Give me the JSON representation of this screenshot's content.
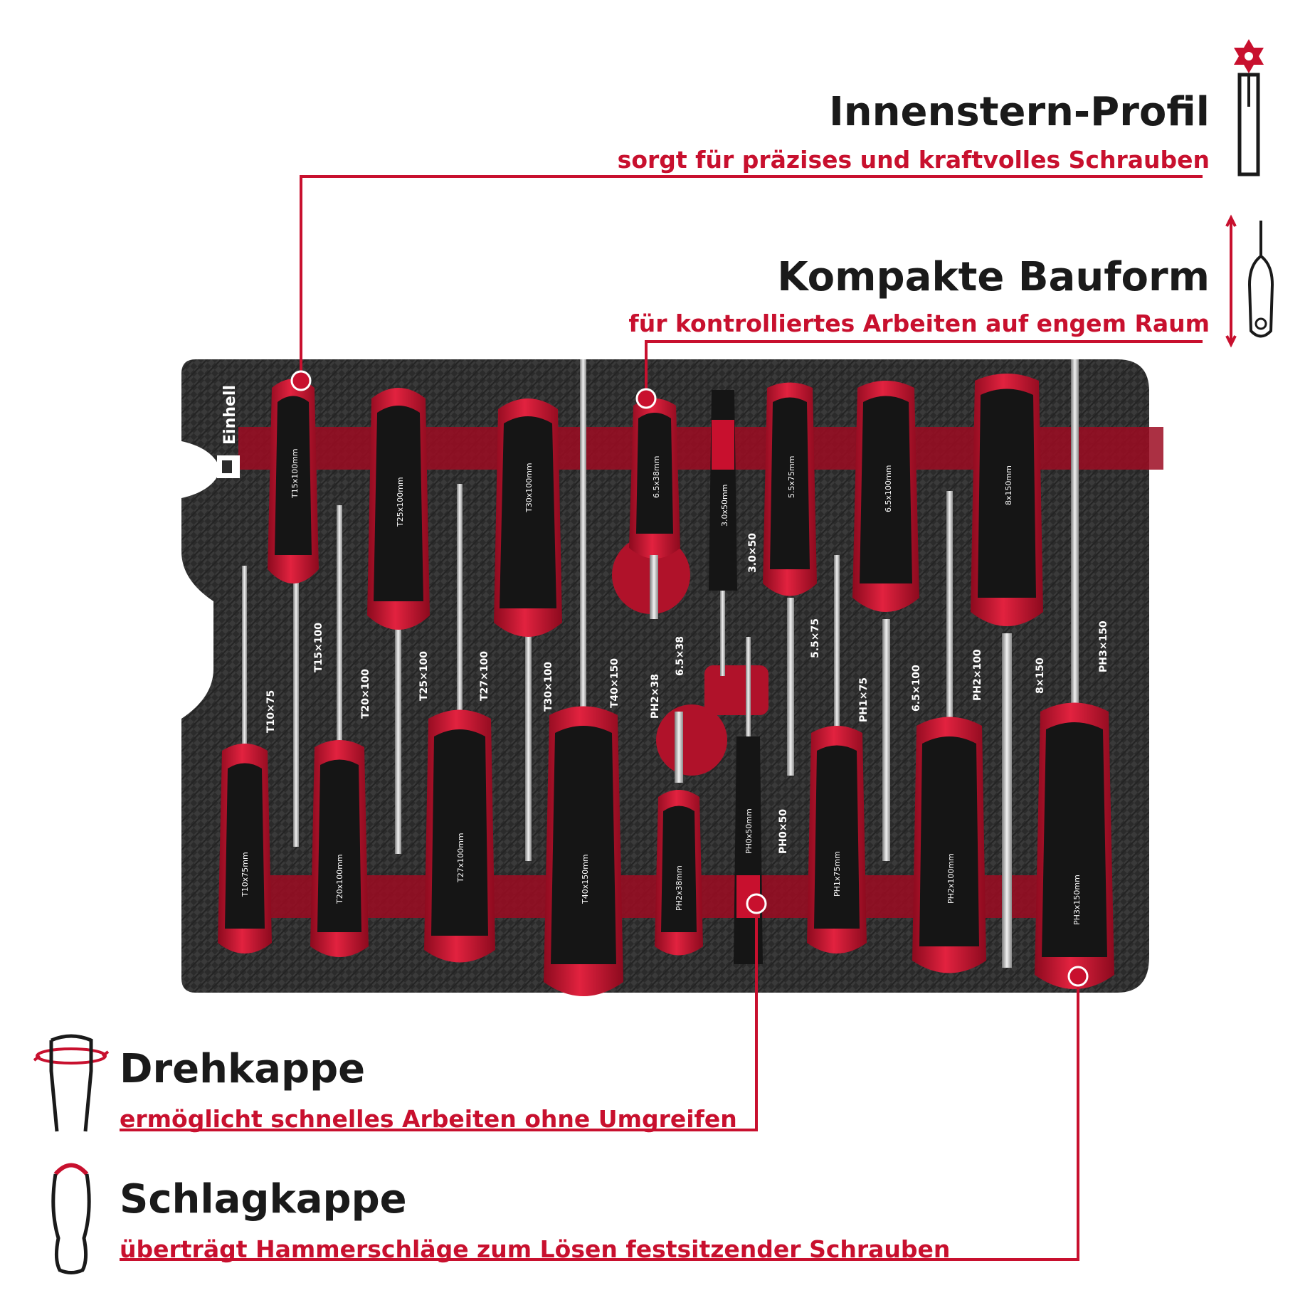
{
  "colors": {
    "accent": "#c8102e",
    "text": "#1a1a1a",
    "tray": "#2e2e2e",
    "handle_black": "#151515",
    "background": "#ffffff"
  },
  "features": {
    "innenstern": {
      "title": "Innenstern-Profil",
      "subtitle": "sorgt für präzises und kraftvolles Schrauben",
      "icon": "torx-bit-icon"
    },
    "kompakt": {
      "title": "Kompakte Bauform",
      "subtitle": "für kontrolliertes Arbeiten auf engem Raum",
      "icon": "compact-screwdriver-icon"
    },
    "drehkappe": {
      "title": "Drehkappe",
      "subtitle": "ermöglicht schnelles Arbeiten ohne Umgreifen",
      "icon": "rotating-cap-icon"
    },
    "schlagkappe": {
      "title": "Schlagkappe",
      "subtitle": "überträgt Hammerschläge zum Lösen festsitzender Schrauben",
      "icon": "impact-cap-icon"
    }
  },
  "brand": {
    "name": "Einhell",
    "logo_icon": "einhell-logo-icon"
  },
  "screwdrivers": {
    "top": [
      {
        "handle": "T15x100mm",
        "tray": "T15×100"
      },
      {
        "handle": "T25x100mm",
        "tray": "T25×100"
      },
      {
        "handle": "T30x100mm",
        "tray": "T30×100"
      },
      {
        "handle": "6.5x38mm",
        "tray": "6.5×38"
      },
      {
        "handle": "3.0x50mm",
        "tray": "3.0×50"
      },
      {
        "handle": "5.5x75mm",
        "tray": "5.5×75"
      },
      {
        "handle": "6.5x100mm",
        "tray": "6.5×100"
      },
      {
        "handle": "8x150mm",
        "tray": "8×150"
      }
    ],
    "bottom": [
      {
        "handle": "T10x75mm",
        "tray": "T10×75"
      },
      {
        "handle": "T20x100mm",
        "tray": "T20×100"
      },
      {
        "handle": "T27x100mm",
        "tray": "T27×100"
      },
      {
        "handle": "T40x150mm",
        "tray": "T40×150"
      },
      {
        "handle": "PH2x38mm",
        "tray": "PH2×38"
      },
      {
        "handle": "PH0x50mm",
        "tray": "PH0×50"
      },
      {
        "handle": "PH1x75mm",
        "tray": "PH1×75"
      },
      {
        "handle": "PH2x100mm",
        "tray": "PH2×100"
      },
      {
        "handle": "PH3x150mm",
        "tray": "PH3×150"
      }
    ]
  }
}
